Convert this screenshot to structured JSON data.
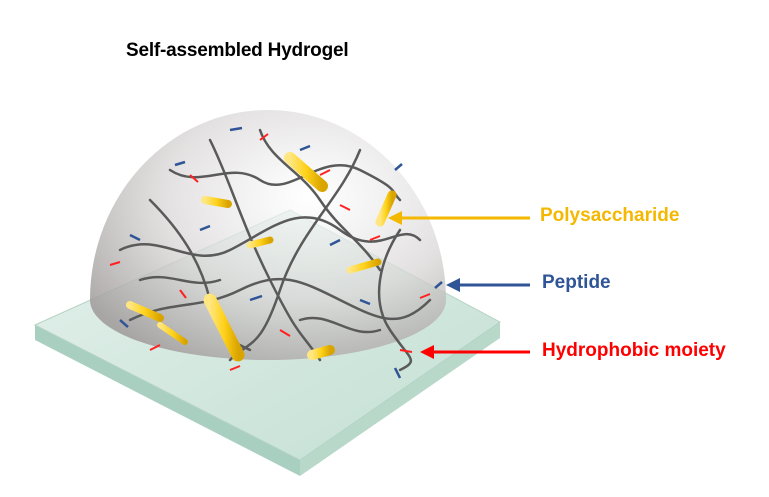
{
  "title": "Self-assembled Hydrogel",
  "labels": {
    "polysaccharide": "Polysaccharide",
    "peptide": "Peptide",
    "hydrophobic": "Hydrophobic moiety"
  },
  "colors": {
    "polysaccharide": "#f5b800",
    "peptide": "#2f5597",
    "hydrophobic": "#ff0000",
    "network": "#555555",
    "slab": "#cfe6dc"
  }
}
